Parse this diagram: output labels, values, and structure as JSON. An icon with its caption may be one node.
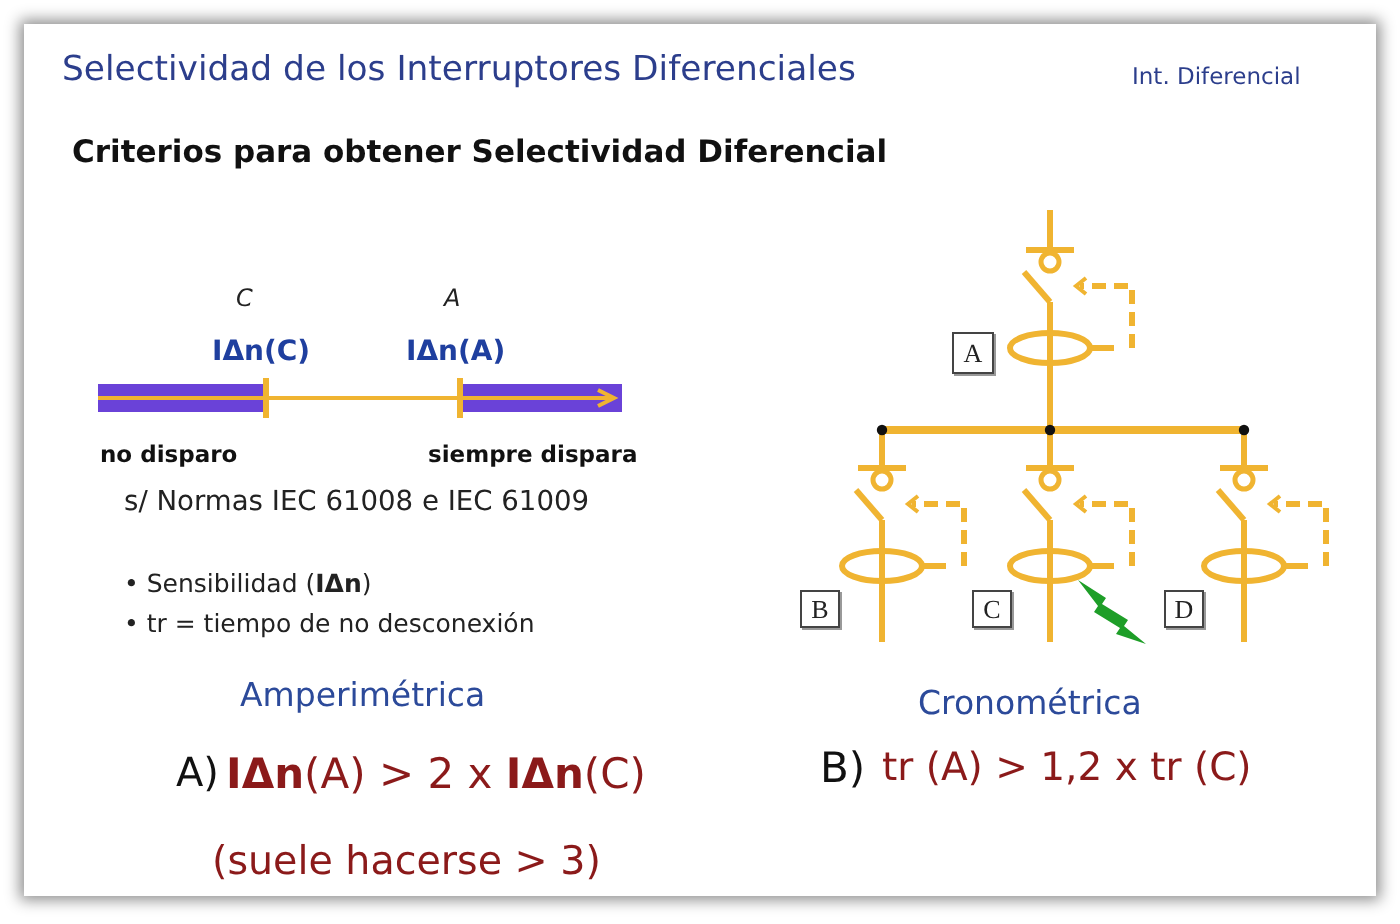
{
  "diagram": {
    "title": "Selectividad de los Interruptores Diferenciales",
    "nodes": [
      {
        "text": [
          "A"
        ]
      },
      {
        "text": [
          "B"
        ]
      },
      {
        "text": [
          "C"
        ]
      },
      {
        "text": [
          "D"
        ]
      }
    ],
    "labels": [
      "Int. Diferencial",
      "Criterios para obtener Selectividad Diferencial",
      "C",
      "A",
      "IΔn(C)",
      "IΔn(A)",
      "no disparo",
      "siempre dispara",
      "s/ Normas IEC 61008 e IEC 61009",
      "• Sensibilidad (**IΔn**)",
      "• tr = tiempo de no desconexión",
      "Amperimétrica",
      "Cronométrica",
      "A)",
      "**IΔn**(A) > 2 x **IΔn**(C)",
      "B)",
      "tr (A) > 1,2 x tr (C)",
      "(suele hacerse > 3)"
    ]
  }
}
